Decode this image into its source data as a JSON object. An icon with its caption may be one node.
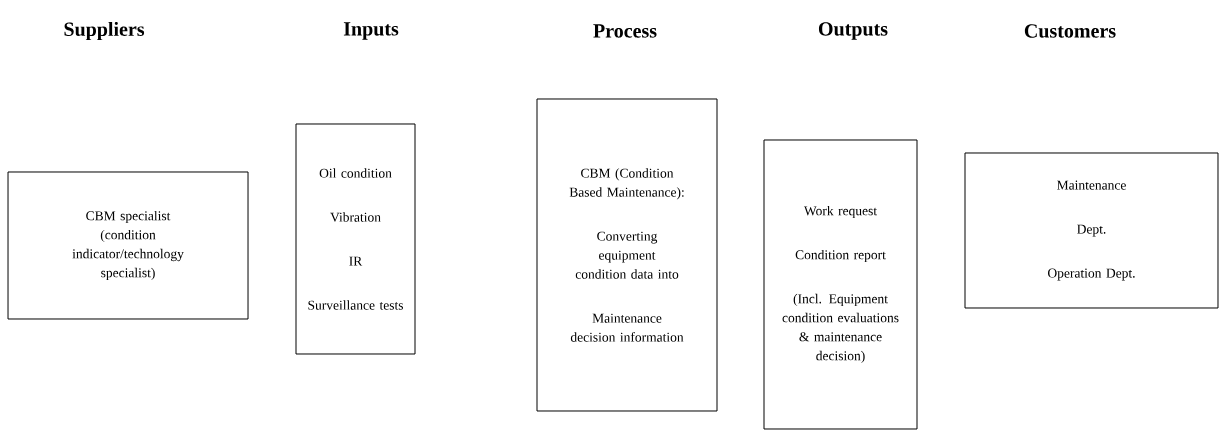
{
  "diagram": {
    "nodes": [
      {
        "text": [
          "CBM specialist (condition indicator/technology specialist)"
        ]
      },
      {
        "text": [
          "Oil condition",
          "Vibration",
          "IR",
          "Surveillance tests"
        ]
      },
      {
        "text": [
          "CBM (Condition Based Maintenance):",
          "Converting equipment condition data into",
          "Maintenance decision information"
        ]
      },
      {
        "text": [
          "Work request",
          "Condition report",
          "(Incl. Equipment condition evaluations & maintenance decision)"
        ]
      },
      {
        "text": [
          "Maintenance",
          "Dept.",
          "Operation Dept."
        ]
      }
    ],
    "labels": [
      "Suppliers",
      "Inputs",
      "Process",
      "Outputs",
      "Customers"
    ]
  }
}
